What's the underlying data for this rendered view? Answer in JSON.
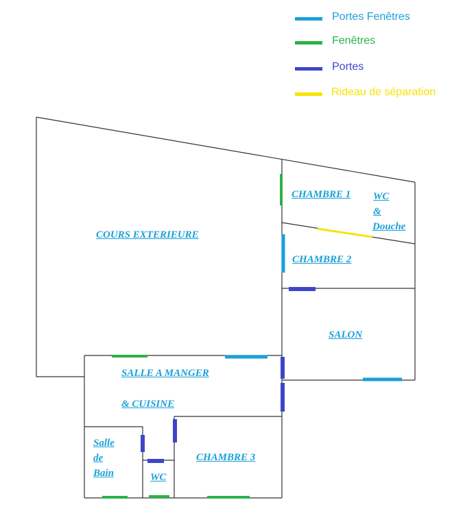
{
  "legend": [
    {
      "label": "Portes Fenêtres",
      "color": "#1aa0d8"
    },
    {
      "label": "Fenêtres",
      "color": "#2bb24a"
    },
    {
      "label": "Portes",
      "color": "#3f45c8"
    },
    {
      "label": "Rideau de séparation",
      "color": "#f5e400"
    }
  ],
  "rooms": {
    "cours": "COURS EXTERIEURE",
    "chambre1": "CHAMBRE 1",
    "wc_douche_1": "WC",
    "wc_douche_2": "&",
    "wc_douche_3": "Douche",
    "chambre2": "CHAMBRE 2",
    "salon": "SALON",
    "salle_manger": "SALLE A MANGER",
    "cuisine": "& CUISINE",
    "salle_bain_1": "Salle",
    "salle_bain_2": "de",
    "salle_bain_3": "Bain",
    "wc": "WC",
    "chambre3": "CHAMBRE 3"
  },
  "colors": {
    "wall": "#333333",
    "porte_fenetre": "#1aa0d8",
    "fenetre": "#2bb24a",
    "porte": "#3f45c8",
    "rideau": "#f5e400",
    "label": "#1aa0d8"
  }
}
